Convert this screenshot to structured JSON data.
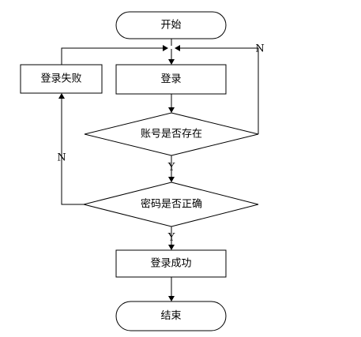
{
  "flowchart": {
    "nodes": {
      "start": "开始",
      "login": "登录",
      "account_exists": "账号是否存在",
      "password_correct": "密码是否正确",
      "login_failed": "登录失败",
      "login_success": "登录成功",
      "end": "结束"
    },
    "edge_labels": {
      "account_no": "N",
      "account_yes": "Y",
      "password_no": "N",
      "password_yes": "Y"
    }
  }
}
